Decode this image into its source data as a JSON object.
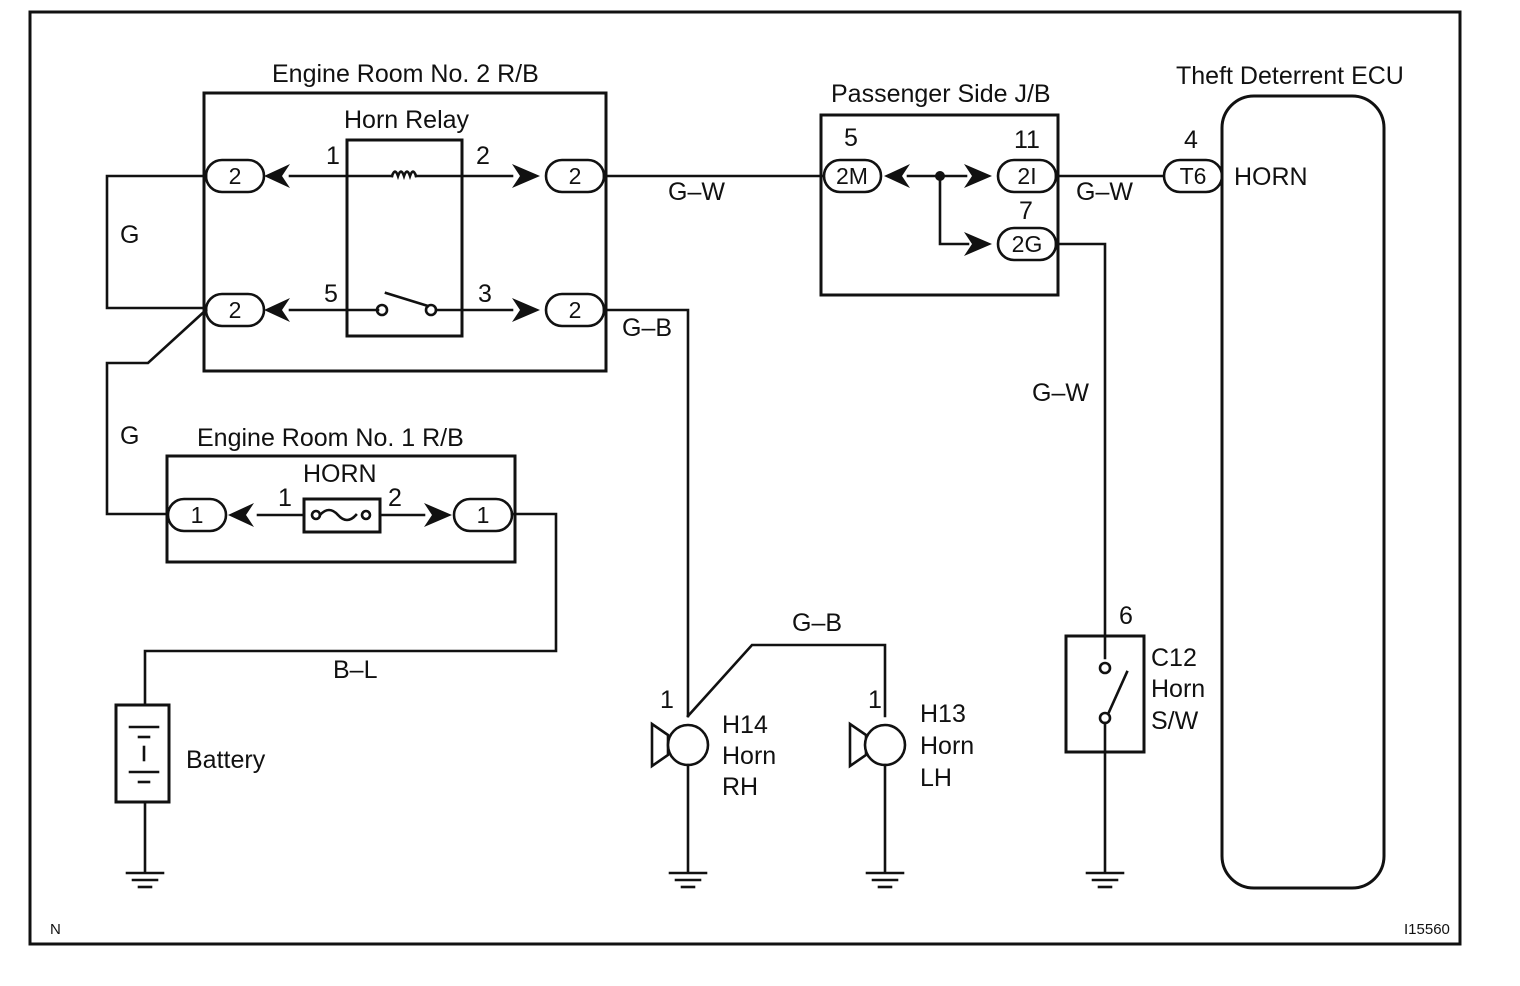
{
  "titles": {
    "er2": "Engine Room No. 2 R/B",
    "horn_relay": "Horn Relay",
    "psjb": "Passenger Side J/B",
    "ecu": "Theft Deterrent ECU",
    "er1": "Engine Room No. 1 R/B",
    "horn_fuse": "HORN",
    "ecu_terminal": "HORN"
  },
  "connectors": {
    "er2_in_top": "2",
    "er2_out_top": "2",
    "er2_in_bot": "2",
    "er2_out_bot": "2",
    "psjb_2m": "2M",
    "psjb_2i": "2I",
    "psjb_2g": "2G",
    "ecu_t6": "T6",
    "er1_left": "1",
    "er1_right": "1"
  },
  "pins": {
    "relay_1": "1",
    "relay_2": "2",
    "relay_5": "5",
    "relay_3": "3",
    "psjb_5": "5",
    "psjb_11": "11",
    "psjb_7": "7",
    "ecu_4": "4",
    "fuse_1": "1",
    "fuse_2": "2",
    "h14_1": "1",
    "h13_1": "1",
    "c12_6": "6"
  },
  "wires": {
    "g_left": "G",
    "g_lower": "G",
    "gw_top": "G–W",
    "gw_ecu": "G–W",
    "gw_down": "G–W",
    "gb_relay": "G–B",
    "gb_horns": "G–B",
    "bl": "B–L"
  },
  "components": {
    "battery": "Battery",
    "h14": [
      "H14",
      "Horn",
      "RH"
    ],
    "h13": [
      "H13",
      "Horn",
      "LH"
    ],
    "c12": [
      "C12",
      "Horn",
      "S/W"
    ]
  },
  "corner_mark": "N",
  "figure_id": "I15560"
}
